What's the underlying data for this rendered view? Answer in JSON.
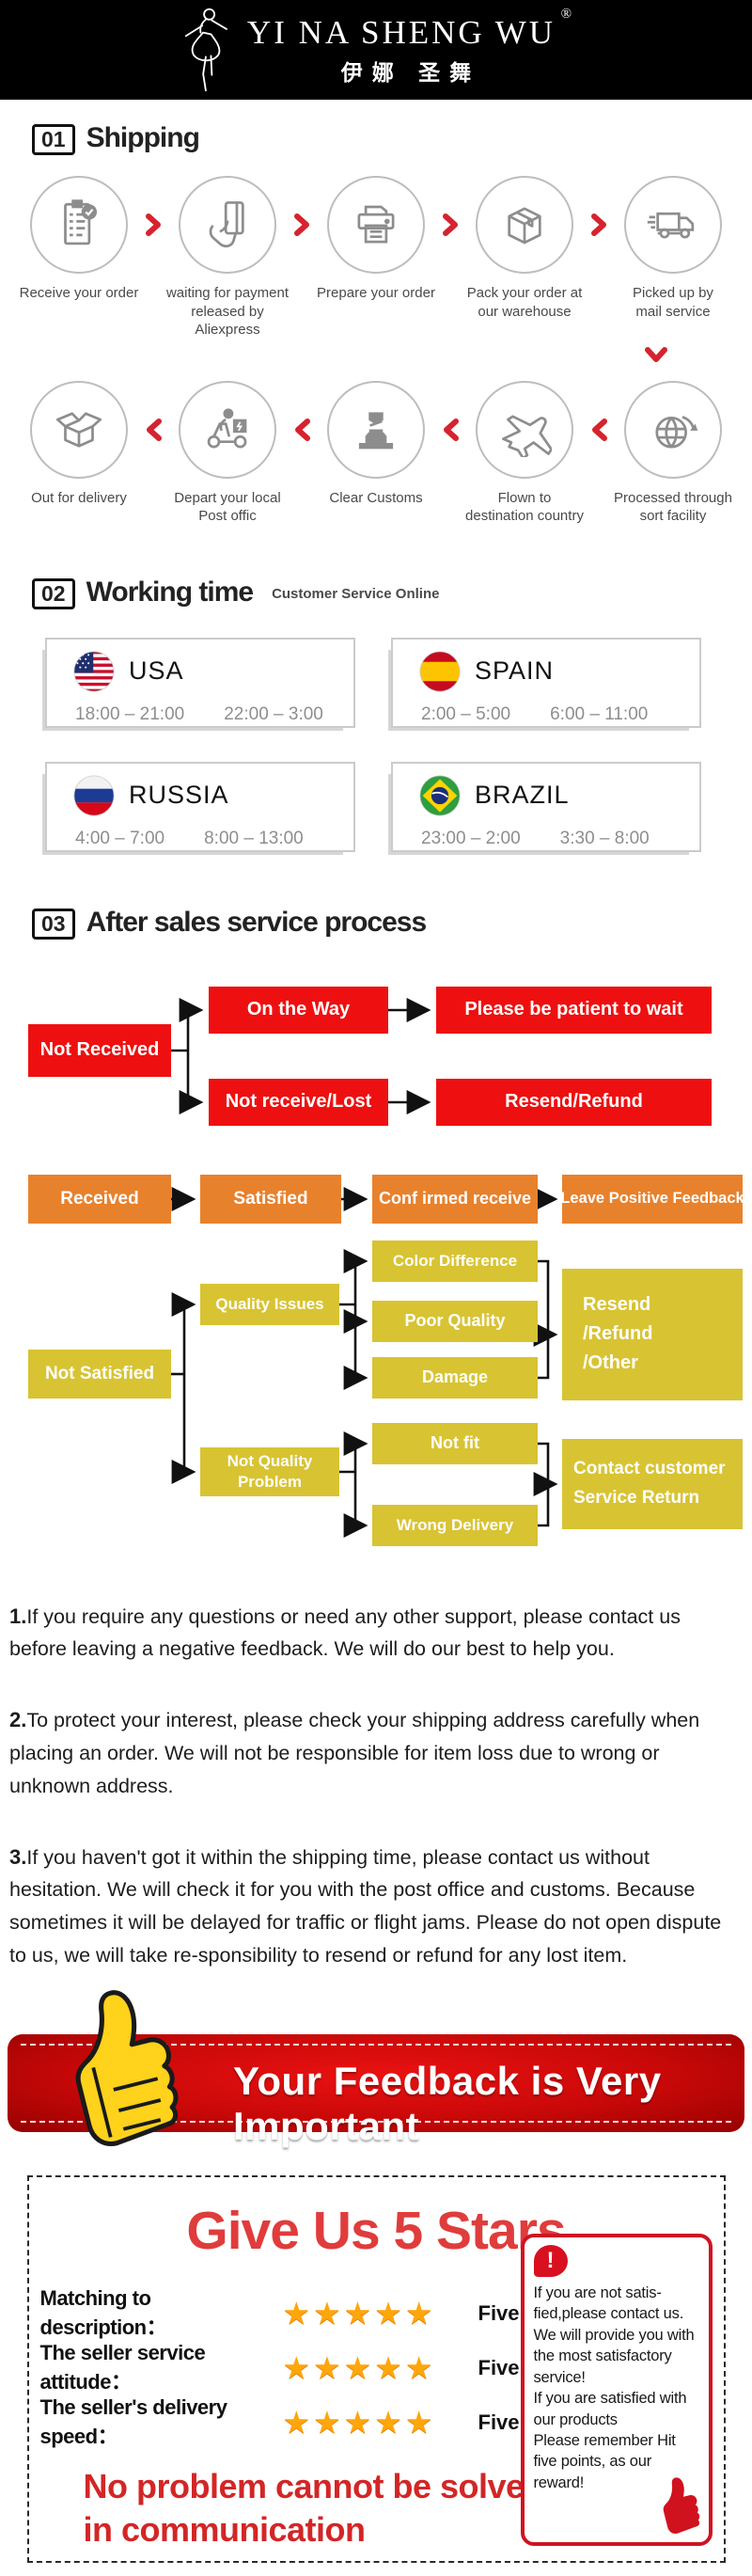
{
  "brand": {
    "logo_text": "YI NA SHENG WU",
    "reg_mark": "®",
    "logo_cn": "伊娜 圣舞",
    "dancer_icon": "dancer-silhouette-icon"
  },
  "sections": {
    "shipping": {
      "num": "01",
      "title": "Shipping"
    },
    "working": {
      "num": "02",
      "title": "Working time",
      "subtitle": "Customer Service Online"
    },
    "aftersales": {
      "num": "03",
      "title": "After sales service process"
    }
  },
  "shipping_steps_row1": [
    {
      "icon": "clipboard-check-icon",
      "label": "Receive your order"
    },
    {
      "icon": "hand-card-icon",
      "label": "waiting for payment\nreleased by Aliexpress"
    },
    {
      "icon": "printer-icon",
      "label": "Prepare your order"
    },
    {
      "icon": "package-box-icon",
      "label": "Pack your order at\nour warehouse"
    },
    {
      "icon": "delivery-truck-icon",
      "label": "Picked up by\nmail service"
    }
  ],
  "shipping_steps_row2": [
    {
      "icon": "open-box-icon",
      "label": "Out  for delivery"
    },
    {
      "icon": "courier-scooter-icon",
      "label": "Depart your local\nPost offic"
    },
    {
      "icon": "customs-officer-icon",
      "label": "Clear Customs"
    },
    {
      "icon": "airplane-icon",
      "label": "Flown to\ndestination country"
    },
    {
      "icon": "globe-icon",
      "label": "Processed through\nsort facility"
    }
  ],
  "working_hours": [
    {
      "flag": "usa-flag-icon",
      "name": "USA",
      "times": [
        "18:00 – 21:00",
        "22:00 – 3:00"
      ]
    },
    {
      "flag": "spain-flag-icon",
      "name": "SPAIN",
      "times": [
        "2:00 – 5:00",
        "6:00 – 11:00"
      ]
    },
    {
      "flag": "russia-flag-icon",
      "name": "RUSSIA",
      "times": [
        "4:00 – 7:00",
        "8:00 – 13:00"
      ]
    },
    {
      "flag": "brazil-flag-icon",
      "name": "BRAZIL",
      "times": [
        "23:00 – 2:00",
        "3:30 – 8:00"
      ]
    }
  ],
  "flow": {
    "not_received": "Not Received",
    "on_the_way": "On the Way",
    "please_wait": "Please be patient to wait",
    "not_receive_lost": "Not receive/Lost",
    "resend_refund": "Resend/Refund",
    "received": "Received",
    "satisfied": "Satisfied",
    "confirmed": "Conf irmed receive",
    "leave_feedback": "Leave Positive Feedback",
    "not_satisfied": "Not Satisfied",
    "quality_issues": "Quality Issues",
    "color_difference": "Color Difference",
    "poor_quality": "Poor Quality",
    "damage": "Damage",
    "resend_other": "Resend\n/Refund\n/Other",
    "not_quality_problem": "Not Quality\nProblem",
    "not_fit": "Not fit",
    "wrong_delivery": "Wrong Delivery",
    "contact_customer": "Contact customer\nService Return"
  },
  "notes": [
    {
      "num": "1.",
      "text": "If you require any questions or need any other support, please contact us before leaving a negative feedback. We will do our best to help you."
    },
    {
      "num": "2.",
      "text": "To protect your interest, please check your shipping address carefully when placing an order. We will not be responsible for item loss due to wrong or unknown address."
    },
    {
      "num": "3.",
      "text": "If you haven't got it within the shipping time, please contact us without hesitation. We will check it for you with the post office and customs. Because sometimes it will be delayed for traffic or flight jams. Please do not open dispute to us, we will take re-sponsibility to resend or refund for any lost item."
    }
  ],
  "banner": {
    "text": "Your Feedback is Very Important",
    "thumb_icon": "thumbs-up-icon"
  },
  "stars": {
    "title": "Give Us 5 Stars",
    "rows": [
      {
        "label": "Matching to description：",
        "stars": "★★★★★",
        "points": "Five points"
      },
      {
        "label": "The seller service attitude：",
        "stars": "★★★★★",
        "points": "Five points"
      },
      {
        "label": "The seller's delivery speed：",
        "stars": "★★★★★",
        "points": "Five points"
      }
    ],
    "slogan": "No problem cannot be solved\nin communication",
    "panel": {
      "alert_char": "!",
      "text": "If you are not satis-\nfied,please contact us.\nWe will provide you with\nthe most satisfactory\nservice!\nIf you are satisfied with\nour products\nPlease remember Hit\nfive points, as our\nreward!"
    }
  },
  "colors": {
    "flow_red": "#ee1010",
    "flow_orange": "#e8812c",
    "flow_yellow": "#d8c333",
    "banner_red": "#c90808",
    "title_red": "#e03c3c",
    "slogan_red": "#d32626",
    "star_orange": "#ffa60a",
    "icon_gray": "#8d8d8d"
  }
}
